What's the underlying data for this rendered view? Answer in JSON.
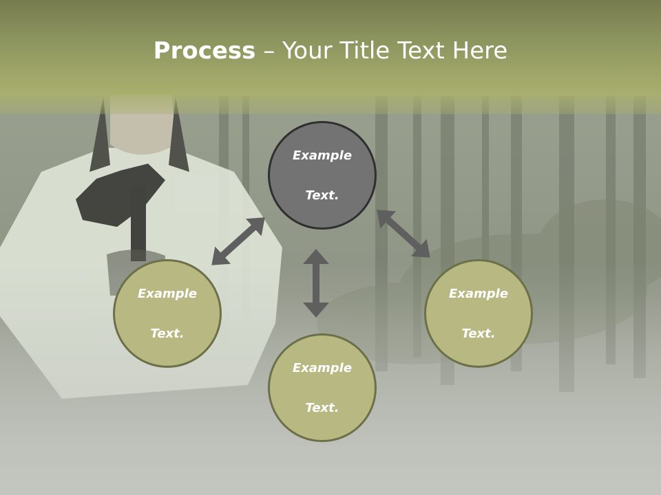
{
  "slide": {
    "title_bold": "Process",
    "title_separator": " – ",
    "title_rest": "Your Title Text Here"
  },
  "nodes": {
    "top": {
      "line1": "Example",
      "line2": "Text."
    },
    "left": {
      "line1": "Example",
      "line2": "Text."
    },
    "right": {
      "line1": "Example",
      "line2": "Text."
    },
    "bottom": {
      "line1": "Example",
      "line2": "Text."
    }
  },
  "colors": {
    "title_bar": "#8e9660",
    "node_fill": "#b8b982",
    "node_center_fill": "#737373",
    "arrow": "#5f5f5f"
  }
}
